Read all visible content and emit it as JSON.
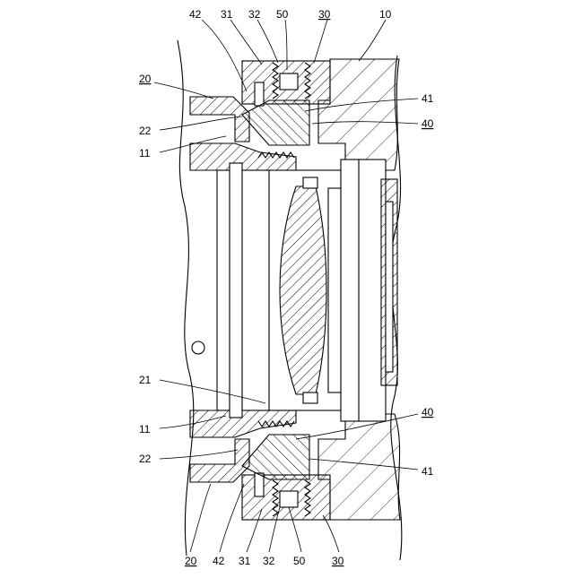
{
  "figure": {
    "labels": {
      "top": {
        "l42": "42",
        "l31": "31",
        "l32": "32",
        "l50": "50",
        "l30": "30",
        "l10": "10",
        "l20": "20",
        "l41": "41",
        "l40": "40",
        "l22": "22",
        "l11": "11"
      },
      "bottom": {
        "l21": "21",
        "l40": "40",
        "l11": "11",
        "l22": "22",
        "l41": "41",
        "l20": "20",
        "l42": "42",
        "l31": "31",
        "l32": "32",
        "l50": "50",
        "l30": "30"
      }
    },
    "underlined": [
      "30",
      "20",
      "40"
    ]
  }
}
